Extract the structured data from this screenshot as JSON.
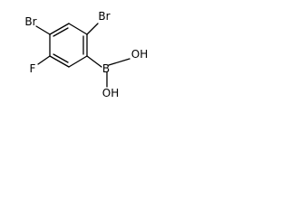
{
  "molecule": {
    "atoms": {
      "br_left": "Br",
      "br_right": "Br",
      "fluorine": "F",
      "boron": "B",
      "oh_top": "OH",
      "oh_bottom": "OH"
    }
  }
}
